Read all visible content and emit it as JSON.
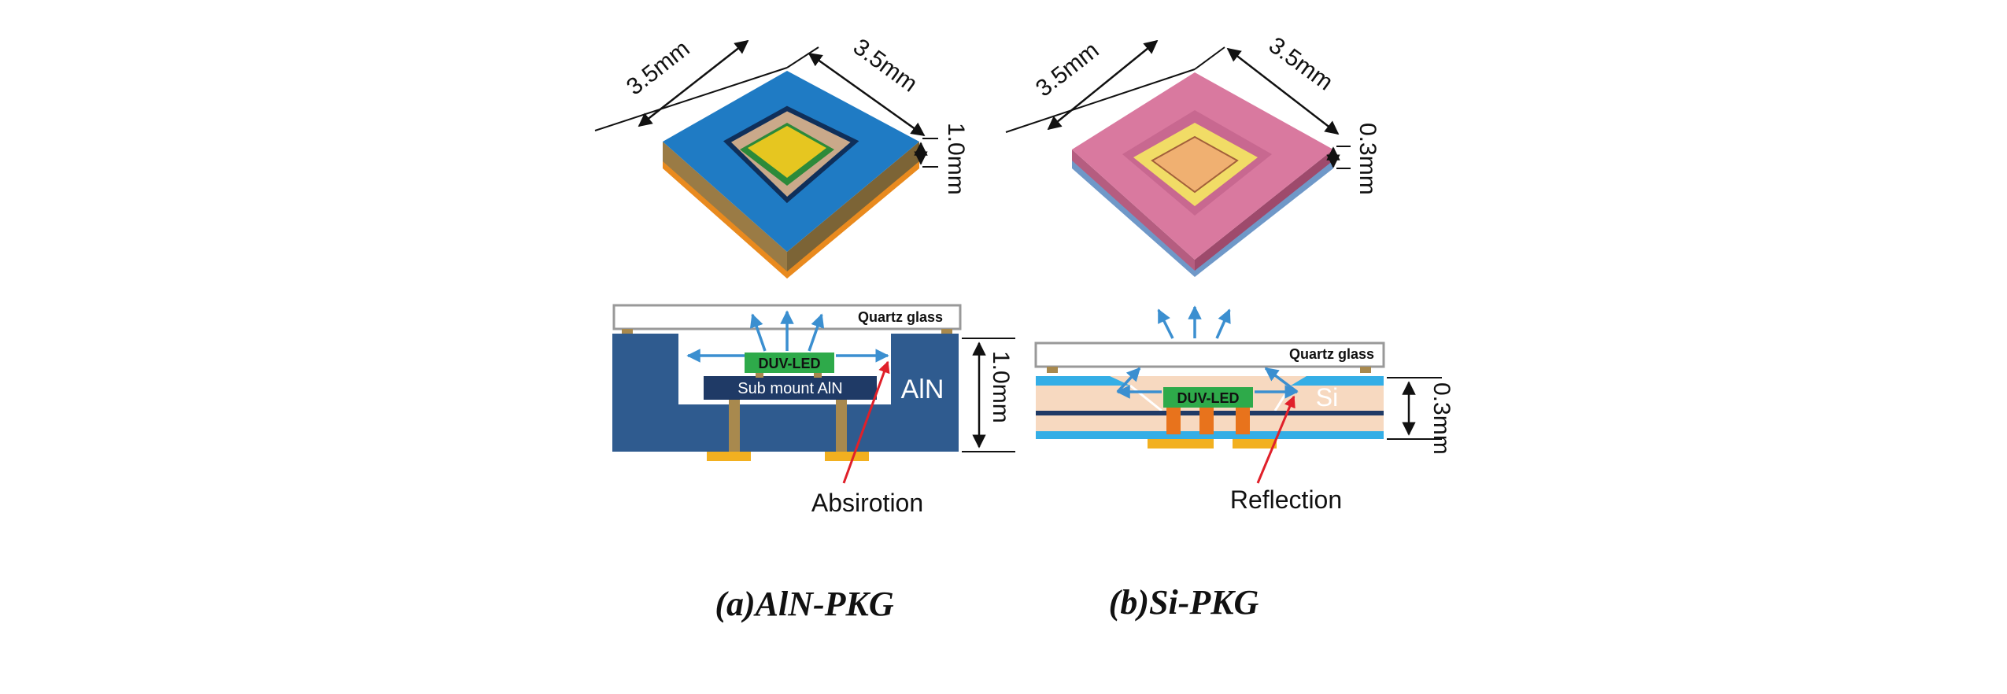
{
  "panel_a": {
    "caption": "(a)AlN-PKG",
    "iso": {
      "dim_left": "3.5mm",
      "dim_right": "3.5mm",
      "dim_height": "1.0mm"
    },
    "cross": {
      "glass_label": "Quartz glass",
      "led_label": "DUV-LED",
      "submount_label": "Sub mount AlN",
      "body_label": "AlN",
      "height_label": "1.0mm",
      "annotation": "Absirotion"
    }
  },
  "panel_b": {
    "caption": "(b)Si-PKG",
    "iso": {
      "dim_left": "3.5mm",
      "dim_right": "3.5mm",
      "dim_height": "0.3mm"
    },
    "cross": {
      "glass_label": "Quartz glass",
      "led_label": "DUV-LED",
      "body_label": "Si",
      "height_label": "0.3mm",
      "annotation": "Reflection"
    }
  },
  "colors": {
    "aln_blue": "#2f5b8f",
    "submount_navy": "#1f3a66",
    "led_green": "#2eaa4a",
    "arrow_blue": "#3b8fd0",
    "annotation_red": "#e0202a",
    "si_pink": "#d9799f",
    "si_peach": "#f7d9c0",
    "pad_gold": "#f2b020",
    "post_tan": "#a8894e",
    "bump_orange": "#e8731c",
    "iso_blue": "#1f7bc4"
  }
}
